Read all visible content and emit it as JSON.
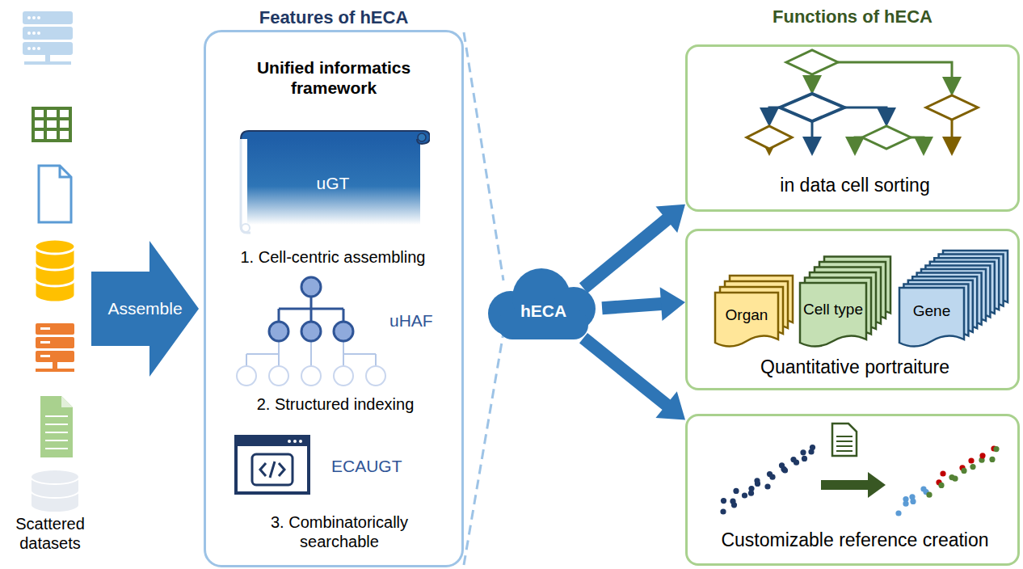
{
  "diagram": {
    "nodes": [
      {
        "text": [
          "Assemble"
        ]
      },
      {
        "text": [
          "Features of hECA",
          "Unified informatics framework"
        ]
      },
      {
        "text": [
          "uGT",
          "1. Cell-centric assembling"
        ],
        "in": 1
      },
      {
        "text": [
          "uHAF",
          "2. Structured indexing"
        ],
        "in": 1
      },
      {
        "text": [
          "ECAUGT",
          "3. Combinatorically searchable"
        ],
        "in": 1
      },
      {
        "text": [
          "hECA"
        ]
      },
      {
        "text": [
          "in data cell sorting"
        ]
      },
      {
        "text": [
          "Quantitative portraiture"
        ]
      },
      {
        "text": [
          "Organ"
        ],
        "in": 7
      },
      {
        "text": [
          "Cell type"
        ],
        "in": 7
      },
      {
        "text": [
          "Gene"
        ],
        "in": 7
      },
      {
        "text": [
          "Customizable reference creation"
        ]
      }
    ],
    "edges": [
      {
        "from": 1,
        "to": 5,
        "arrow": "none"
      },
      {
        "from": 5,
        "to": 6,
        "arrow": "to"
      },
      {
        "from": 5,
        "to": 7,
        "arrow": "to"
      },
      {
        "from": 5,
        "to": 11,
        "arrow": "to"
      }
    ],
    "labels": [
      "Functions of hECA",
      "Scattered datasets"
    ]
  }
}
